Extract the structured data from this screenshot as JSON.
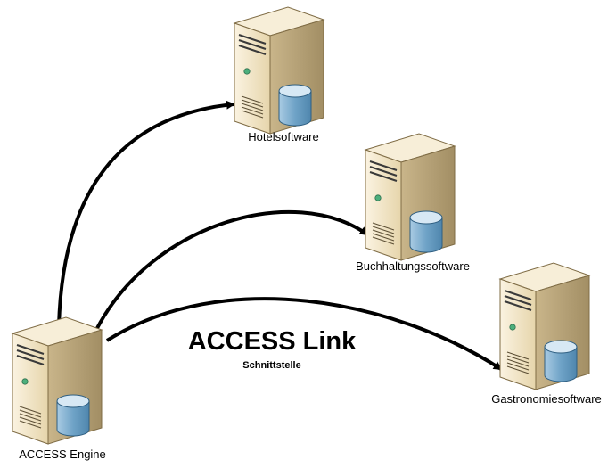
{
  "diagram": {
    "link_title": "ACCESS Link",
    "link_subtitle": "Schnittstelle",
    "nodes": {
      "engine": {
        "label": "ACCESS Engine",
        "icon": "server-database-icon"
      },
      "hotel": {
        "label": "Hotelsoftware",
        "icon": "server-database-icon"
      },
      "buchhaltung": {
        "label": "Buchhaltungssoftware",
        "icon": "server-database-icon"
      },
      "gastronomie": {
        "label": "Gastronomiesoftware",
        "icon": "server-database-icon"
      }
    },
    "connections": [
      {
        "from": "ACCESS Engine",
        "to": "Hotelsoftware"
      },
      {
        "from": "ACCESS Engine",
        "to": "Buchhaltungssoftware"
      },
      {
        "from": "ACCESS Engine",
        "to": "Gastronomiesoftware"
      }
    ],
    "colors": {
      "server_front": "#f1e4c6",
      "server_side": "#b8a47a",
      "server_top": "#faf3e2",
      "database": "#8ab6d6",
      "database_top": "#cfe3f1",
      "led": "#4caf7c",
      "arrow": "#000000"
    }
  }
}
